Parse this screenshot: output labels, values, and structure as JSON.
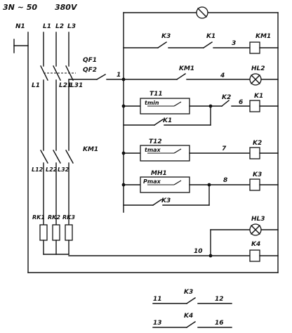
{
  "header": {
    "supply": "3N ~ 50",
    "voltage": "380V"
  },
  "buses": {
    "n": "N1",
    "l1": "L1",
    "l2": "L2",
    "l3": "L3"
  },
  "breakers": {
    "main": "QF1",
    "control": "QF2"
  },
  "phase_nodes": {
    "a": "L1",
    "b": "L21",
    "c": "L31"
  },
  "contactor": {
    "label": "KM1"
  },
  "load_nodes": {
    "a": "L12",
    "b": "L22",
    "c": "L32"
  },
  "heaters": {
    "h1": "RK1",
    "h2": "RK2",
    "h3": "RK3"
  },
  "wires": {
    "w1": "1",
    "w3": "3",
    "w4": "4",
    "w6": "6",
    "w7": "7",
    "w8": "8",
    "w10": "10",
    "w11": "11",
    "w12": "12",
    "w13": "13",
    "w16": "16"
  },
  "rung1": {
    "c1": "K3",
    "c2": "K1",
    "coil": "KM1"
  },
  "rung2": {
    "contact": "KM1",
    "lamp": "HL2"
  },
  "rung3": {
    "sensor": "T11",
    "inner": "tmin",
    "hold": "K1",
    "c2": "K2",
    "coil": "K1"
  },
  "rung4": {
    "sensor": "T12",
    "inner": "tmax",
    "coil": "K2"
  },
  "rung5": {
    "sensor": "MH1",
    "inner": "Pmax",
    "hold": "K3",
    "coil": "K3"
  },
  "rung6": {
    "lamp": "HL3",
    "coil": "K4"
  },
  "aux": {
    "k3": "K3",
    "k4": "K4"
  }
}
